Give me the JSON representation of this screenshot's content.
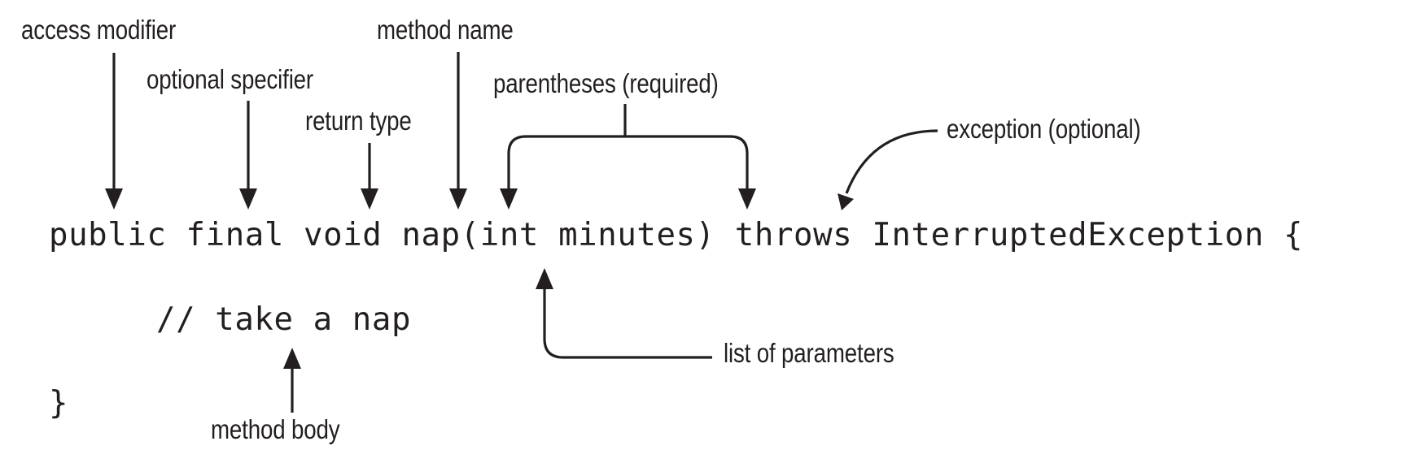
{
  "labels": {
    "access_modifier": "access modifier",
    "optional_specifier": "optional specifier",
    "return_type": "return type",
    "method_name": "method name",
    "parentheses": "parentheses (required)",
    "exception": "exception (optional)",
    "list_of_parameters": "list of parameters",
    "method_body": "method body"
  },
  "code": {
    "signature": "public final void nap(int minutes) throws InterruptedException {",
    "body": "// take a nap",
    "closing": "}"
  },
  "colors": {
    "ink": "#231f20",
    "background": "#ffffff"
  }
}
